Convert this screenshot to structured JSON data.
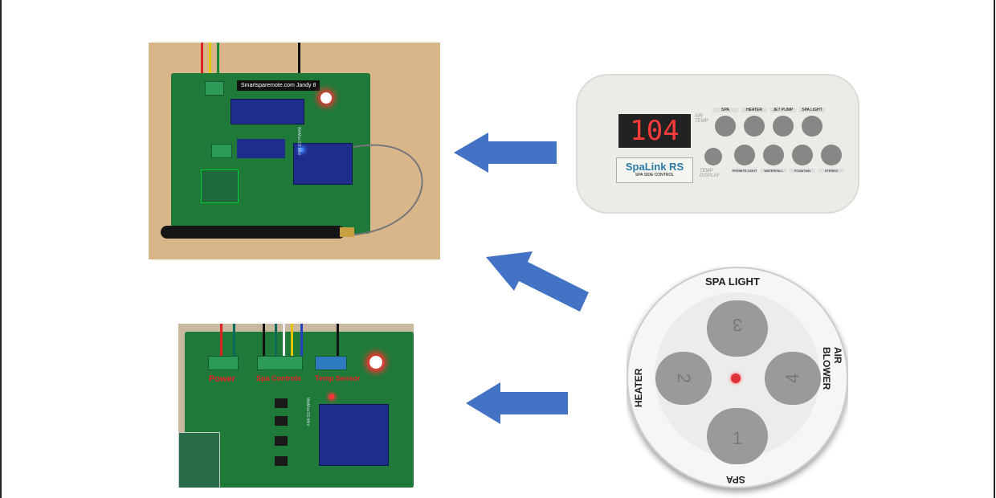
{
  "colors": {
    "arrow": "#4472c4",
    "pcb": "#1f7a3a",
    "led_red": "#ff3030"
  },
  "board_top": {
    "label": "Smartsparemote.com Jandy 8",
    "silk": "WeMos D1 Mini"
  },
  "board_bottom": {
    "labels": [
      "Power",
      "Spa Controls",
      "Temp Sensor"
    ],
    "silk": "WeMos D1 Mini"
  },
  "spalink": {
    "display": "104",
    "brand": "SpaLink RS",
    "subtitle": "SPA SIDE CONTROL",
    "air_temp": "AIR TEMP",
    "temp_display": "TEMP DISPLAY",
    "top_buttons": [
      "SPA",
      "HEATER",
      "JET PUMP",
      "SPA LIGHT"
    ],
    "bottom_buttons": [
      "PERIMTR LIGHT",
      "WATERFALL",
      "FOUNTAIN",
      "STEREO"
    ]
  },
  "remote": {
    "labels": [
      "SPA LIGHT",
      "AIR BLOWER",
      "SPA",
      "HEATER"
    ],
    "buttons": [
      "3",
      "4",
      "1",
      "2"
    ]
  },
  "arrows": [
    "spalink-to-board",
    "remote-to-board",
    "remote-to-bottom-board"
  ]
}
